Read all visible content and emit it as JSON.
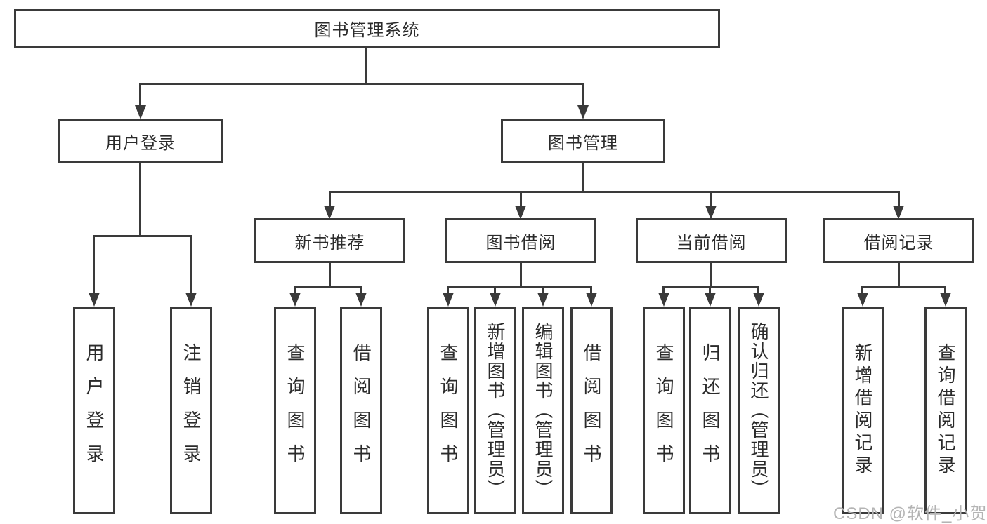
{
  "tree": {
    "root": {
      "label": "图书管理系统",
      "children": [
        {
          "label": "用户登录",
          "children": [
            {
              "label": "用户登录"
            },
            {
              "label": "注销登录"
            }
          ]
        },
        {
          "label": "图书管理",
          "children": [
            {
              "label": "新书推荐",
              "children": [
                {
                  "label": "查询图书"
                },
                {
                  "label": "借阅图书"
                }
              ]
            },
            {
              "label": "图书借阅",
              "children": [
                {
                  "label": "查询图书"
                },
                {
                  "label": "新增图书（管理员）"
                },
                {
                  "label": "编辑图书（管理员）"
                },
                {
                  "label": "借阅图书"
                }
              ]
            },
            {
              "label": "当前借阅",
              "children": [
                {
                  "label": "查询图书"
                },
                {
                  "label": "归还图书"
                },
                {
                  "label": "确认归还（管理员）"
                }
              ]
            },
            {
              "label": "借阅记录",
              "children": [
                {
                  "label": "新增借阅记录"
                },
                {
                  "label": "查询借阅记录"
                }
              ]
            }
          ]
        }
      ]
    }
  },
  "watermark": "CSDN @软件_小贺同学",
  "colors": {
    "line": "#3a3a3a",
    "text": "#2b2b2b",
    "watermark": "#b4b4b4",
    "background": "#ffffff"
  }
}
